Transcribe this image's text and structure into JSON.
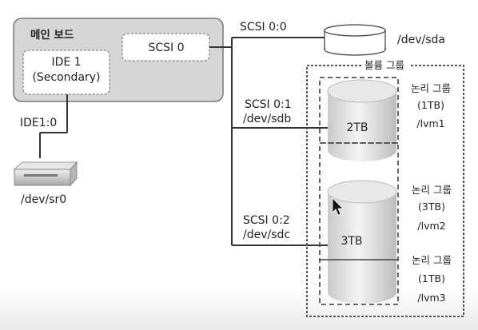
{
  "mainboard": {
    "title": "메인 보드",
    "ide_line1": "IDE 1",
    "ide_line2": "(Secondary)",
    "scsi": "SCSI 0"
  },
  "ide_link": "IDE1:0",
  "cdrom_device": "/dev/sr0",
  "scsi00": {
    "label": "SCSI 0:0",
    "device": "/dev/sda"
  },
  "scsi01": {
    "label": "SCSI 0:1",
    "device": "/dev/sdb",
    "size": "2TB"
  },
  "scsi02": {
    "label": "SCSI 0:2",
    "device": "/dev/sdc",
    "size": "3TB"
  },
  "volume_group": "볼륨 그룹",
  "logical_volumes": [
    {
      "title": "논리 그룹",
      "size": "(1TB)",
      "name": "/lvm1"
    },
    {
      "title": "논리 그룹",
      "size": "(3TB)",
      "name": "/lvm2"
    },
    {
      "title": "논리 그룹",
      "size": "(1TB)",
      "name": "/lvm3"
    }
  ]
}
